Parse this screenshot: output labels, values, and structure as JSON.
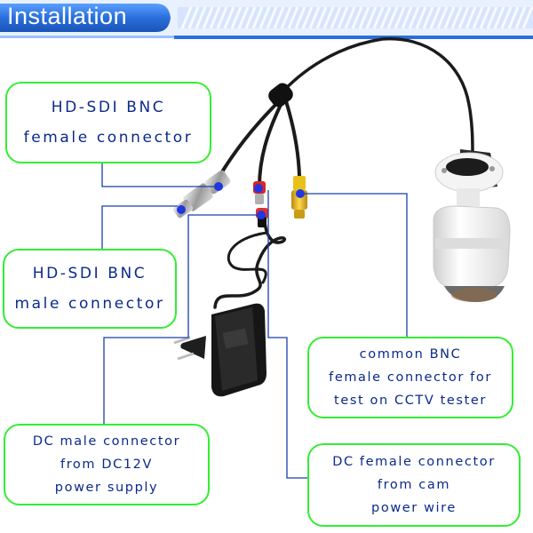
{
  "banner": {
    "title": "Installation"
  },
  "callouts": {
    "hdsdi_female": {
      "line1": "HD-SDI BNC",
      "line2": "female connector"
    },
    "hdsdi_male": {
      "line1": "HD-SDI BNC",
      "line2": "male connector"
    },
    "common_bnc": {
      "line1": "common BNC",
      "line2": "female connector for",
      "line3": "test on CCTV tester"
    },
    "dc_male": {
      "line1": "DC male connector",
      "line2": "from DC12V",
      "line3": "power supply"
    },
    "dc_female": {
      "line1": "DC female connector",
      "line2": "from cam",
      "line3": "power wire"
    }
  },
  "colors": {
    "banner_blue": "#2a6fdb",
    "callout_border": "#33ee33",
    "leader_line": "#1a3fae",
    "label_text": "#0b2a8a",
    "cable": "#1b1b1b"
  },
  "icons": [
    "bnc-connector-icon",
    "dc-plug-icon",
    "power-adapter-icon",
    "cctv-camera-icon"
  ]
}
